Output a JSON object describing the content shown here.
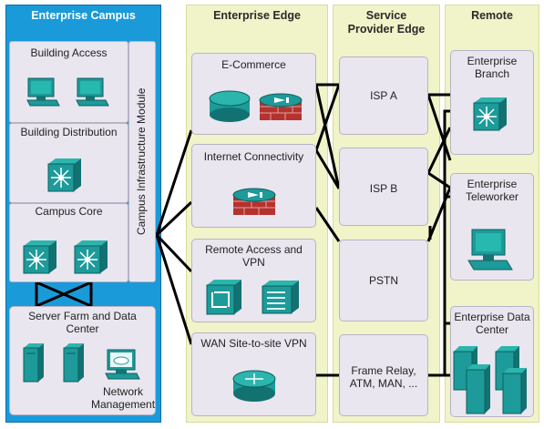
{
  "columns": {
    "campus": "Enterprise Campus",
    "edge": "Enterprise Edge",
    "sp_line1": "Service",
    "sp_line2": "Provider Edge",
    "remote": "Remote"
  },
  "campus": {
    "building_access": "Building Access",
    "building_distribution": "Building Distribution",
    "campus_core": "Campus Core",
    "infrastructure_module": "Campus Infrastructure Module",
    "server_farm_line1": "Server Farm and Data",
    "server_farm_line2": "Center",
    "network_mgmt_line1": "Network",
    "network_mgmt_line2": "Management"
  },
  "edge": {
    "ecommerce": "E-Commerce",
    "internet": "Internet Connectivity",
    "remote_access_line1": "Remote Access and",
    "remote_access_line2": "VPN",
    "wan": "WAN Site-to-site VPN"
  },
  "provider": {
    "isp_a": "ISP A",
    "isp_b": "ISP B",
    "pstn": "PSTN",
    "frame_line1": "Frame Relay,",
    "frame_line2": "ATM, MAN, ..."
  },
  "remote": {
    "branch_line1": "Enterprise",
    "branch_line2": "Branch",
    "teleworker_line1": "Enterprise",
    "teleworker_line2": "Teleworker",
    "datacenter_line1": "Enterprise Data",
    "datacenter_line2": "Center"
  },
  "colors": {
    "campus_bg": "#1a9ad9",
    "edge_bg": "#f1f3c9",
    "box_bg": "#e9e6ef",
    "device_teal": "#1d9a9a",
    "firewall_red": "#b5322e"
  }
}
